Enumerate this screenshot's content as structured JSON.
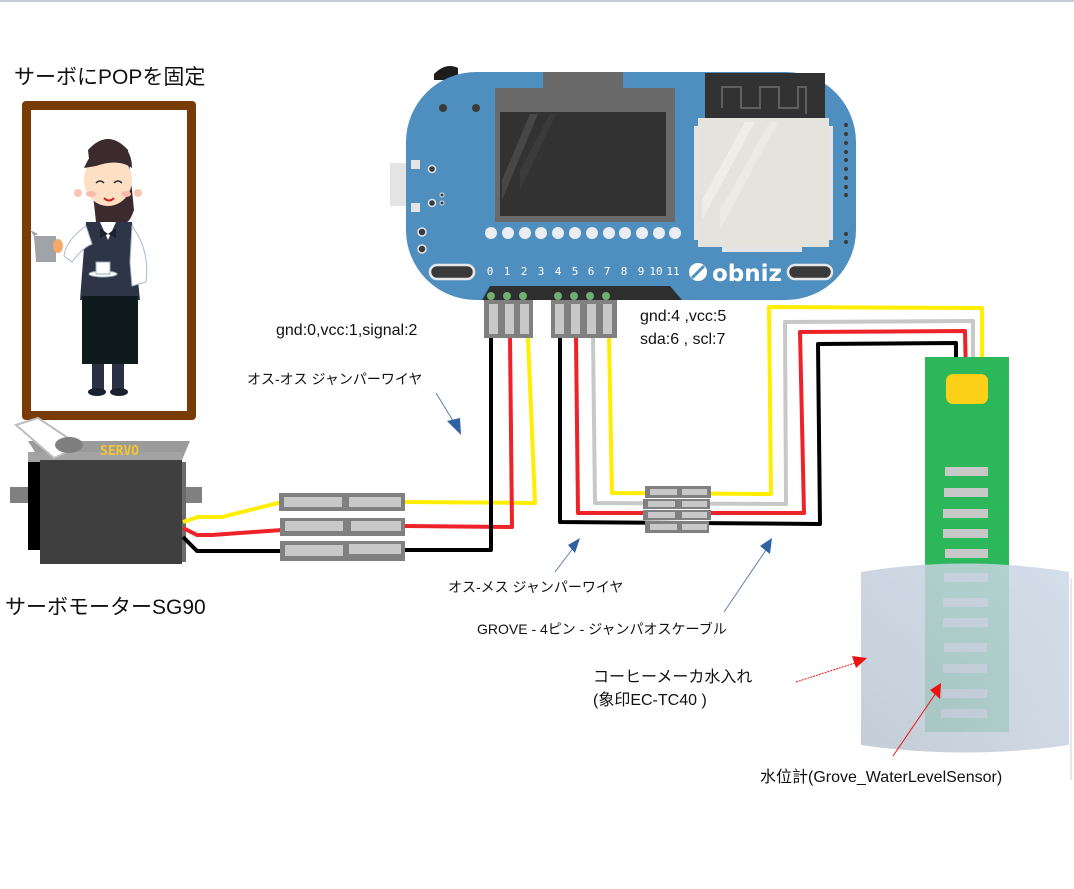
{
  "title": "obniz コーヒーメーカー水位監視 配線図",
  "labels": {
    "pop_fix": "サーボにPOPを固定",
    "servo_name": "サーボモーターSG90",
    "servo_pins": "gnd:0,vcc:1,signal:2",
    "sensor_pins_line1": "gnd:4 ,vcc:5",
    "sensor_pins_line2": "sda:6 , scl:7",
    "male_male_wire": "オス-オス ジャンパーワイヤ",
    "male_female_wire": "オス-メス ジャンパーワイヤ",
    "grove_cable": "GROVE - 4ピン - ジャンパオスケーブル",
    "tank_line1": "コーヒーメーカ水入れ",
    "tank_line2": "(象印EC-TC40 )",
    "water_sensor": "水位計(Grove_WaterLevelSensor)"
  },
  "obniz": {
    "brand": "obniz",
    "io_pins": [
      "0",
      "1",
      "2",
      "3",
      "4",
      "5",
      "6",
      "7",
      "8",
      "9",
      "10",
      "11"
    ]
  },
  "servo": {
    "print": "SERVO"
  },
  "wire_colors": {
    "gnd": "#000000",
    "vcc": "#ee2229",
    "signal": "#ffee00",
    "sda": "#c8c8c8",
    "scl": "#ffee00"
  },
  "colors": {
    "board": "#4f8fc0",
    "frame": "#7a3c06",
    "sensor_board": "#2bb75a",
    "sensor_connector": "#fccf18",
    "callout_arrow": "#2f62a4",
    "pointer_arrow": "#ee1111"
  }
}
